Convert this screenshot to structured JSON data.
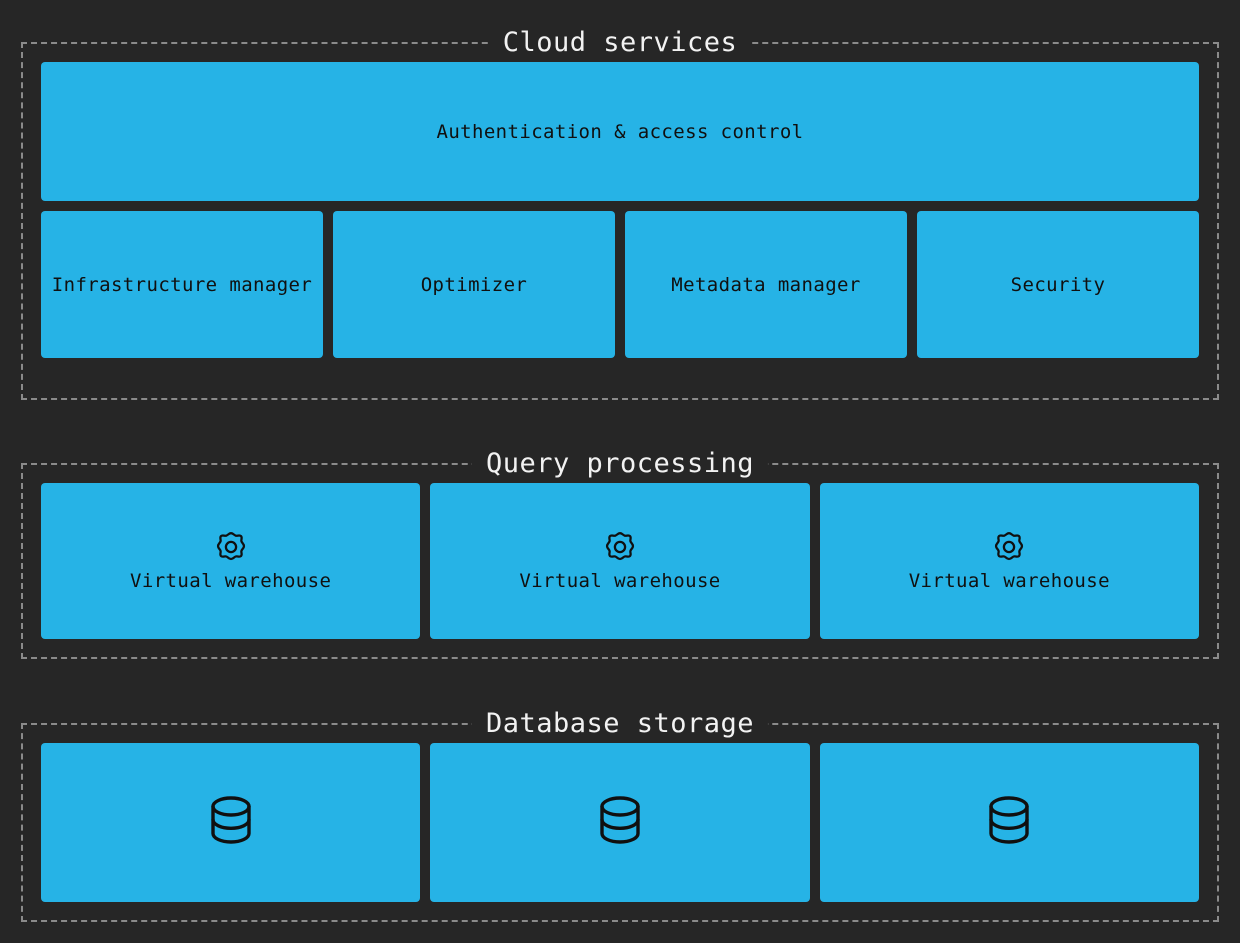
{
  "colors": {
    "background": "#262626",
    "node_fill": "#26b3e6",
    "node_text": "#101010",
    "section_border": "#8a8a8a",
    "section_title": "#f2f2f2"
  },
  "sections": [
    {
      "id": "cloud",
      "title": "Cloud services",
      "rows": [
        {
          "nodes": [
            {
              "label": "Authentication & access control",
              "icon": null
            }
          ]
        },
        {
          "nodes": [
            {
              "label": "Infrastructure manager",
              "icon": null
            },
            {
              "label": "Optimizer",
              "icon": null
            },
            {
              "label": "Metadata manager",
              "icon": null
            },
            {
              "label": "Security",
              "icon": null
            }
          ]
        }
      ]
    },
    {
      "id": "query",
      "title": "Query processing",
      "rows": [
        {
          "nodes": [
            {
              "label": "Virtual warehouse",
              "icon": "gear-icon"
            },
            {
              "label": "Virtual warehouse",
              "icon": "gear-icon"
            },
            {
              "label": "Virtual warehouse",
              "icon": "gear-icon"
            }
          ]
        }
      ]
    },
    {
      "id": "storage",
      "title": "Database storage",
      "rows": [
        {
          "nodes": [
            {
              "label": "",
              "icon": "database-icon"
            },
            {
              "label": "",
              "icon": "database-icon"
            },
            {
              "label": "",
              "icon": "database-icon"
            }
          ]
        }
      ]
    }
  ]
}
